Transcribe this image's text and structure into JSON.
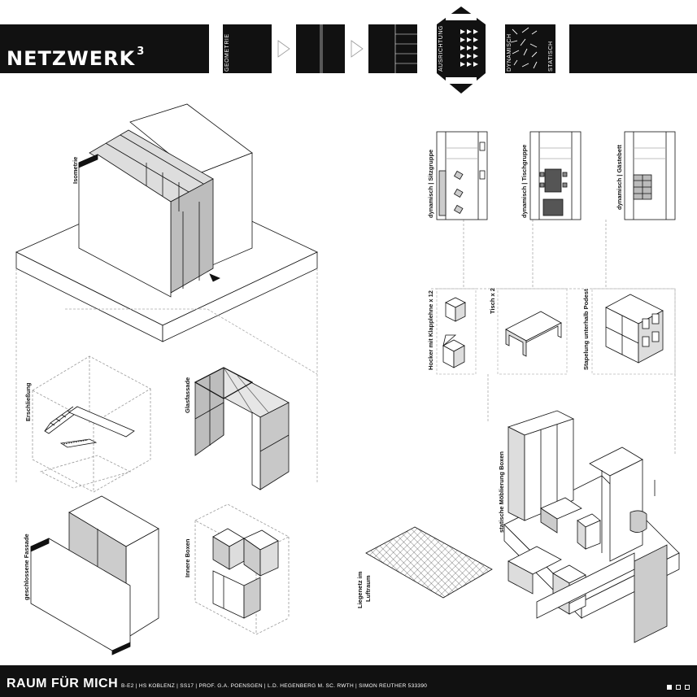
{
  "header": {
    "title": "NETZWERK",
    "superscript": "3",
    "panel_labels": [
      "GEOMETRIE",
      "AUSRICHTUNG",
      "DYNAMISCH",
      "STATISCH"
    ]
  },
  "diagrams": {
    "isometrie": "Isometrie",
    "erschliessung": "Erschließung",
    "glasfassade": "Glasfassade",
    "geschlossene_fassade": "geschlossene Fassade",
    "innere_boxen": "Innere Boxen",
    "sitzgruppe": "dynamisch | Sitzgruppe",
    "tischgruppe": "dynamisch | Tischgruppe",
    "gaestebett": "dynamisch | Gästebett",
    "hocker": "Hocker mit Klapplehne x 12",
    "tisch": "Tisch x 2",
    "stapelung": "Stapelung unterhalb Podest",
    "statische_moeblierung": "statische Möblierung Boxen",
    "liegenetz_line1": "Liegenetz im",
    "liegenetz_line2": "Luftraum"
  },
  "footer": {
    "title": "RAUM FÜR MICH",
    "meta": "B-E2 | HS KOBLENZ | SS17 | PROF. G.A. POENSGEN | L.D. HEGENBERG M. SC. RWTH | SIMON REUTHER 533390"
  },
  "colors": {
    "ink": "#111111",
    "paper": "#ffffff",
    "tone": "#bdbdbd"
  }
}
